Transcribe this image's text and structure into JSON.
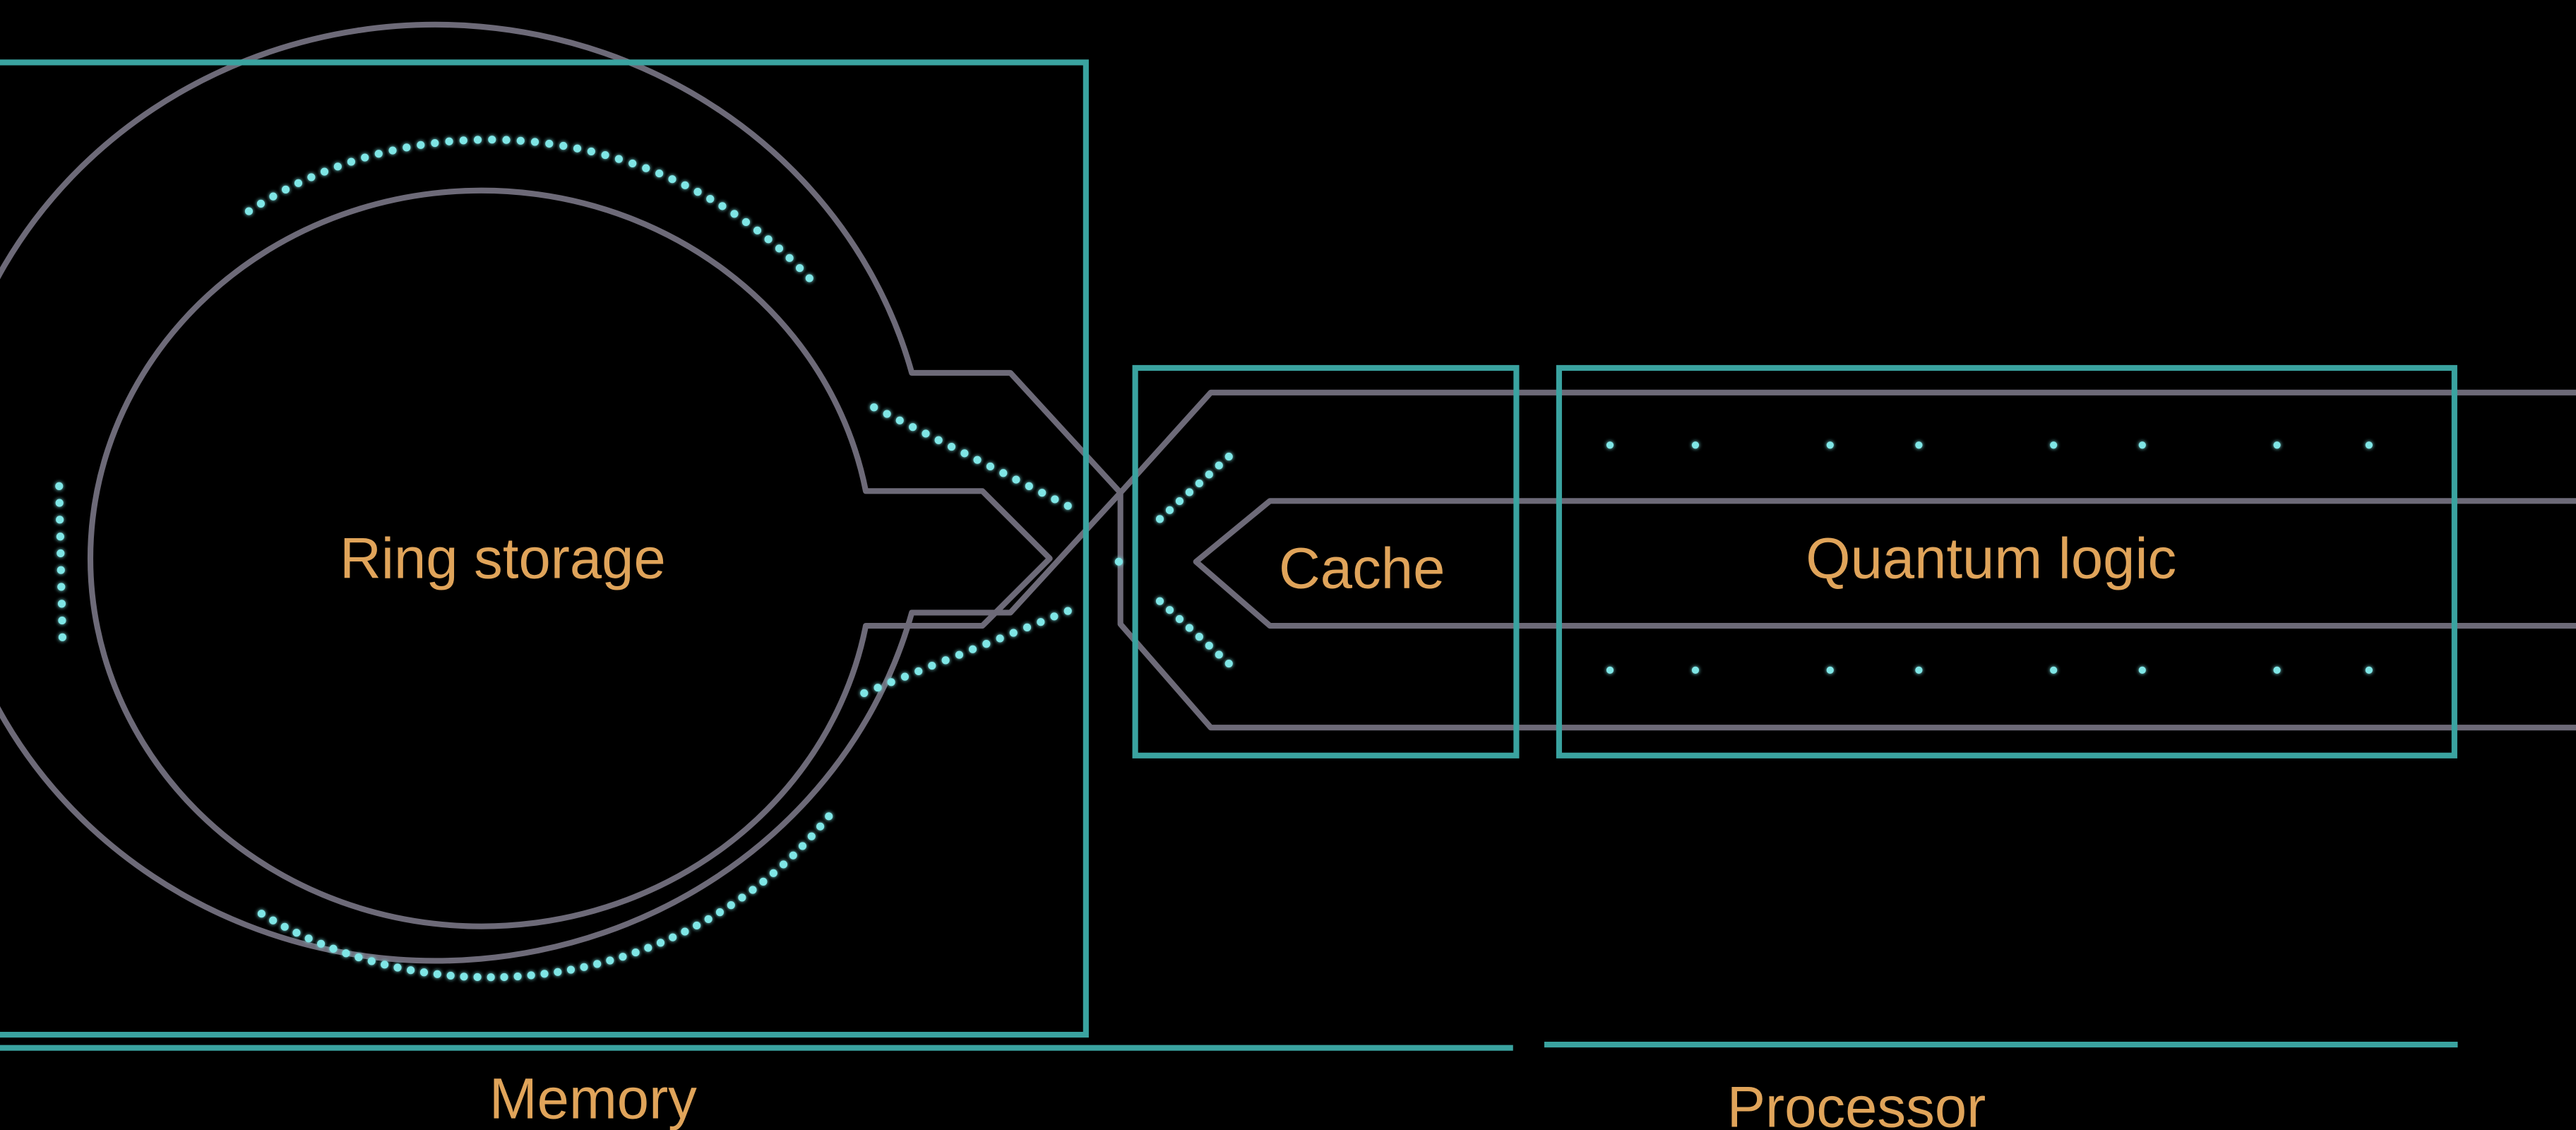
{
  "labels": {
    "ring_storage": "Ring storage",
    "cache": "Cache",
    "quantum_logic": "Quantum logic",
    "memory": "Memory",
    "processor": "Processor"
  },
  "colors": {
    "background": "#000000",
    "region_outline": "#3aa3a0",
    "trap_outline": "#6d6a78",
    "label_text": "#e0a45a",
    "ion": "#7fe6e6"
  }
}
